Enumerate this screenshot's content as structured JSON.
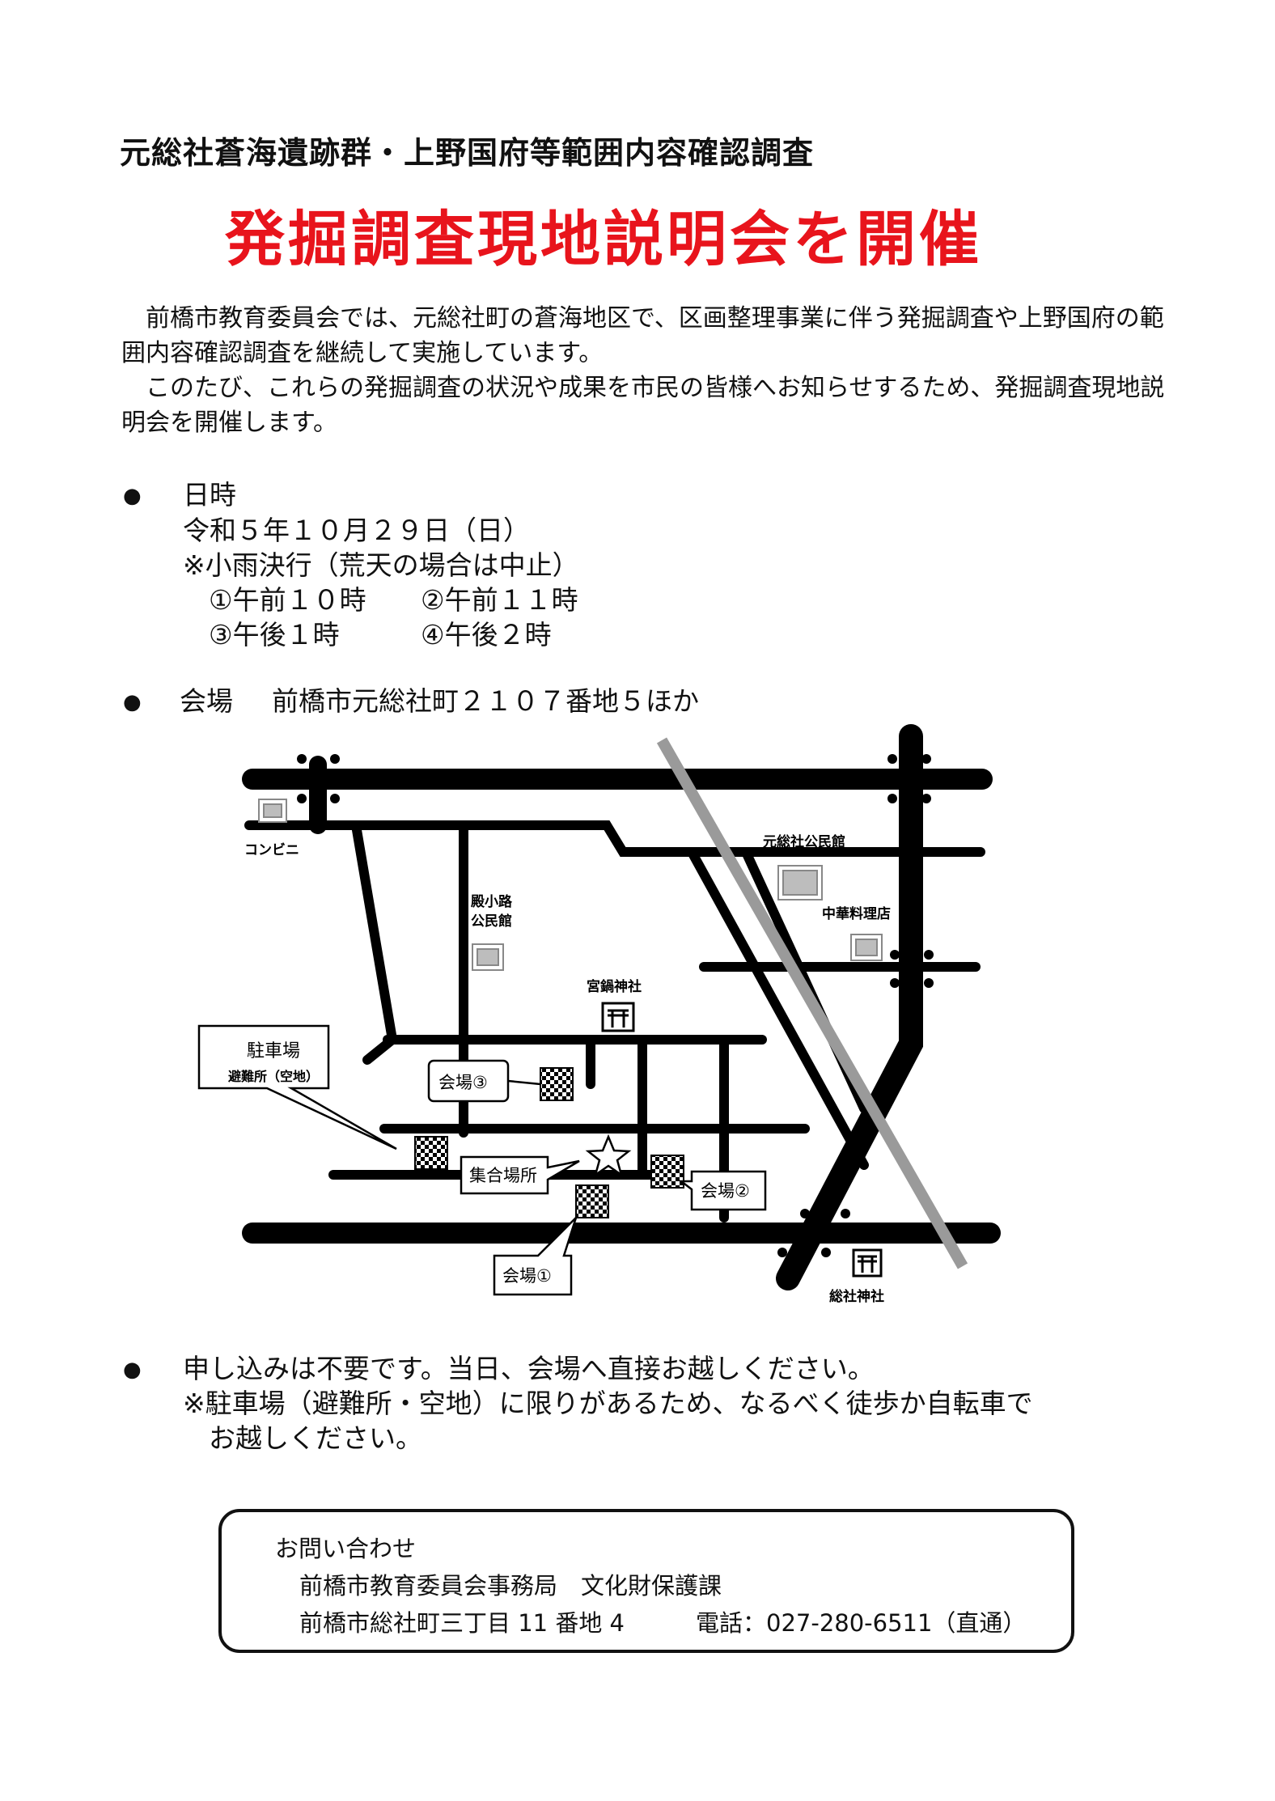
{
  "header": {
    "subtitle": "元総社蒼海遺跡群・上野国府等範囲内容確認調査",
    "title": "発掘調査現地説明会を開催"
  },
  "intro": {
    "paragraph1": "前橋市教育委員会では、元総社町の蒼海地区で、区画整理事業に伴う発掘調査や上野国府の範囲内容確認調査を継続して実施しています。",
    "paragraph2": "このたび、これらの発掘調査の状況や成果を市民の皆様へお知らせするため、発掘調査現地説明会を開催します。"
  },
  "datetime": {
    "bullet": "●",
    "heading": "日時",
    "date": "令和５年１０月２９日（日）",
    "weather_note": "※小雨決行（荒天の場合は中止）",
    "slot1": "①午前１０時",
    "slot2": "②午前１１時",
    "slot3": "③午後１時",
    "slot4": "④午後２時"
  },
  "venue": {
    "bullet": "●",
    "heading": "会場",
    "address": "前橋市元総社町２１０７番地５ほか"
  },
  "map": {
    "colors": {
      "road": "#000000",
      "rail": "#9a9a9a",
      "building": "#bdbdbd"
    },
    "labels": {
      "convenience": "コンビニ",
      "community_hall": "元総社公民館",
      "tonokoji_hall_line1": "殿小路",
      "tonokoji_hall_line2": "公民館",
      "chinese_restaurant": "中華料理店",
      "shrine_minakata": "宮鍋神社",
      "shrine_sousha": "総社神社",
      "parking_line1": "駐車場",
      "parking_line2": "避難所（空地）",
      "venue1": "会場①",
      "venue2": "会場②",
      "venue3": "会場③",
      "meeting_point": "集合場所"
    },
    "icons": [
      "torii-icon",
      "star-icon",
      "checkered-venue-icon",
      "building-icon"
    ]
  },
  "application": {
    "bullet": "●",
    "line1": "申し込みは不要です。当日、会場へ直接お越しください。",
    "line2": "※駐車場（避難所・空地）に限りがあるため、なるべく徒歩か自転車で",
    "line3": "お越しください。"
  },
  "contact": {
    "heading": "お問い合わせ",
    "office": "前橋市教育委員会事務局　文化財保護課",
    "address": "前橋市総社町三丁目 11 番地 4",
    "phone": "電話：027-280-6511（直通）"
  }
}
